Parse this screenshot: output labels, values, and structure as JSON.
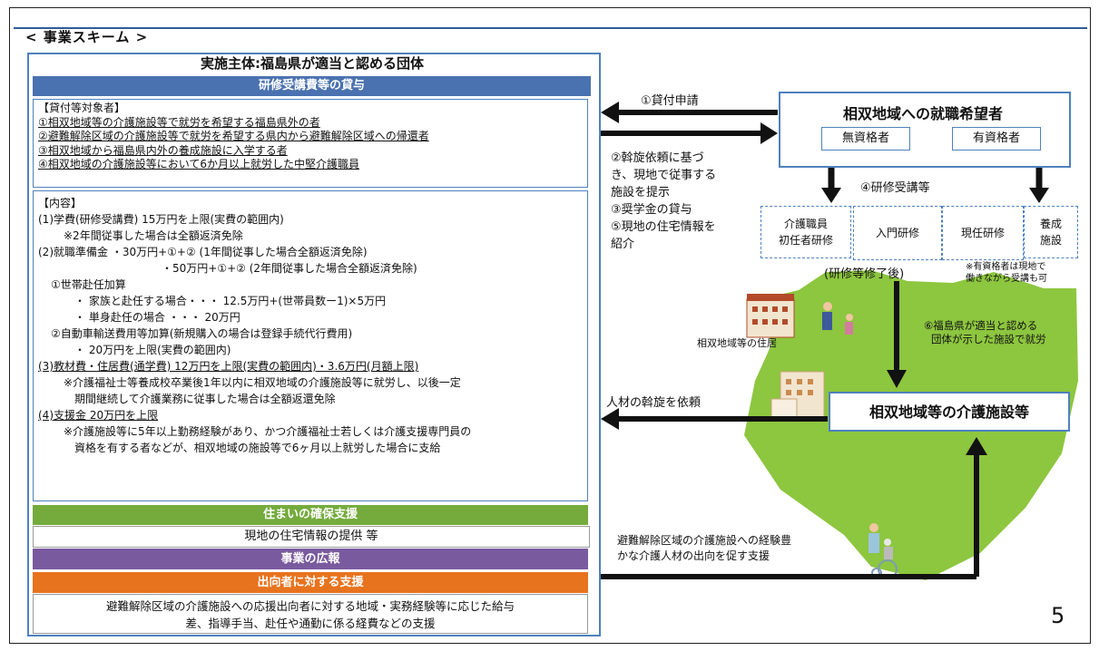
{
  "scheme_title": "< 事業スキーム >",
  "main_title": "実施主体:福島県が適当と認める団体",
  "loan_bar": "研修受講費等の貸与",
  "targets": {
    "heading": "【貸付等対象者】",
    "items": [
      "①相双地域等の介護施設等で就労を希望する福島県外の者",
      "②避難解除区域の介護施設等で就労を希望する県内から避難解除区域への帰還者",
      "③相双地域から福島県内外の養成施設に入学する者",
      "④相双地域の介護施設等において6か月以上就労した中堅介護職員"
    ]
  },
  "contents": {
    "heading": "【内容】",
    "lines": [
      "(1)学費(研修受講費) 15万円を上限(実費の範囲内)",
      "※2年間従事した場合は全額返済免除",
      "(2)就職準備金 ・30万円+①+② (1年間従事した場合全額返済免除)",
      "・50万円+①+② (2年間従事した場合全額返済免除)",
      "①世帯赴任加算",
      "・ 家族と赴任する場合・・・ 12.5万円+(世帯員数ー1)×5万円",
      "・ 単身赴任の場合 ・・・ 20万円",
      "②自動車輸送費用等加算(新規購入の場合は登録手続代行費用)",
      "・ 20万円を上限(実費の範囲内)",
      "(3)教材費・住居費(通学費) 12万円を上限(実費の範囲内)・3.6万円(月額上限)",
      "※介護福祉士等養成校卒業後1年以内に相双地域の介護施設等に就労し、以後一定",
      "期間継続して介護業務に従事した場合は全額返還免除",
      "(4)支援金 20万円を上限",
      "※介護施設等に5年以上勤務経験があり、かつ介護福祉士若しくは介護支援専門員の",
      "資格を有する者などが、相双地域の施設等で6ヶ月以上就労した場合に支給"
    ]
  },
  "housing_bar": "住まいの確保支援",
  "housing_text": "現地の住宅情報の提供 等",
  "pr_bar": "事業の広報",
  "secondment_bar": "出向者に対する支援",
  "secondment_text": [
    "避難解除区域の介護施設への応援出向者に対する地域・実務経験等に応じた給与",
    "差、指導手当、赴任や通勤に係る経費などの支援"
  ],
  "right": {
    "seeker_title": "相双地域への就職希望者",
    "unqualified": "無資格者",
    "qualified": "有資格者",
    "step1": "①貸付申請",
    "mid_steps": [
      "②斡旋依頼に基づ",
      "き、現地で従事する",
      "施設を提示",
      "③奨学金の貸与",
      "⑤現地の住宅情報を",
      "紹介"
    ],
    "step4": "④研修受講等",
    "training": {
      "t1": [
        "介護職員",
        "初任者研修"
      ],
      "t2": "入門研修",
      "t3": "現任研修",
      "t4": [
        "養成",
        "施設"
      ]
    },
    "after_training": "(研修等修了後)",
    "note_lines": [
      "※有資格者は現地で",
      "働きながら受講も可"
    ],
    "housing_label": "相双地域等の住居",
    "step6": [
      "⑥福島県が適当と認める",
      "団体が示した施設で就労"
    ],
    "request_label": "人材の斡旋を依頼",
    "facility": "相双地域等の介護施設等",
    "bottom_note": [
      "避難解除区域の介護施設への経験豊",
      "かな介護人材の出向を促す支援"
    ]
  },
  "page_number": "5",
  "colors": {
    "blue": "#4a72b0",
    "green": "#74ab3c",
    "purple": "#7a5a9e",
    "orange": "#e8731e",
    "map_green": "#8dc63f"
  }
}
